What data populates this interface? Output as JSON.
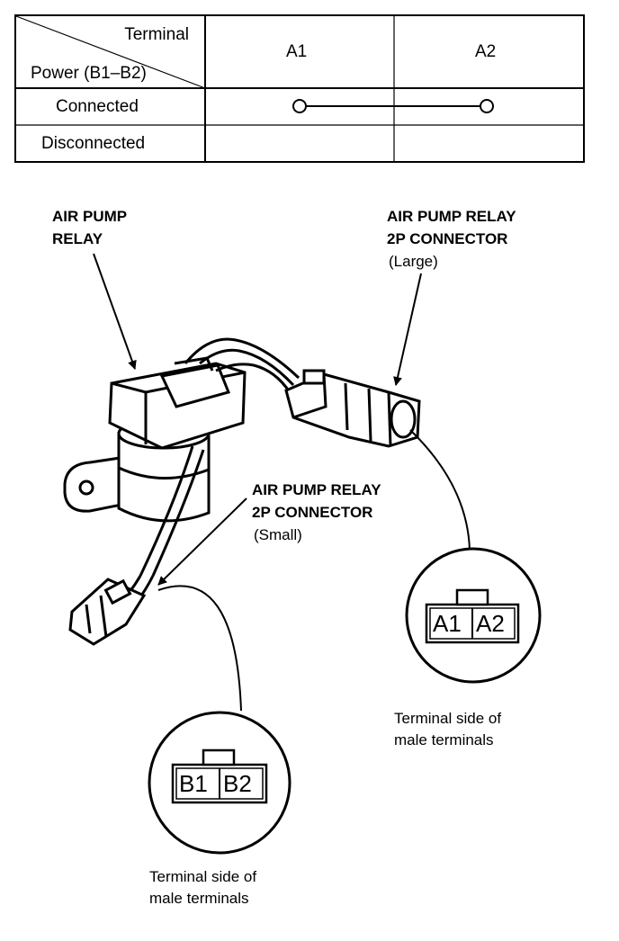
{
  "table": {
    "header_terminal": "Terminal",
    "header_power": "Power (B1–B2)",
    "col_a1": "A1",
    "col_a2": "A2",
    "rows": [
      {
        "label": "Connected",
        "continuity": true
      },
      {
        "label": "Disconnected",
        "continuity": false
      }
    ]
  },
  "labels": {
    "relay_line1": "AIR PUMP",
    "relay_line2": "RELAY",
    "large_line1": "AIR PUMP RELAY",
    "large_line2": "2P CONNECTOR",
    "large_size": "(Large)",
    "small_line1": "AIR PUMP RELAY",
    "small_line2": "2P CONNECTOR",
    "small_size": "(Small)"
  },
  "connector_large": {
    "t1": "A1",
    "t2": "A2",
    "note_line1": "Terminal side of",
    "note_line2": "male terminals"
  },
  "connector_small": {
    "t1": "B1",
    "t2": "B2",
    "note_line1": "Terminal side of",
    "note_line2": "male terminals"
  }
}
